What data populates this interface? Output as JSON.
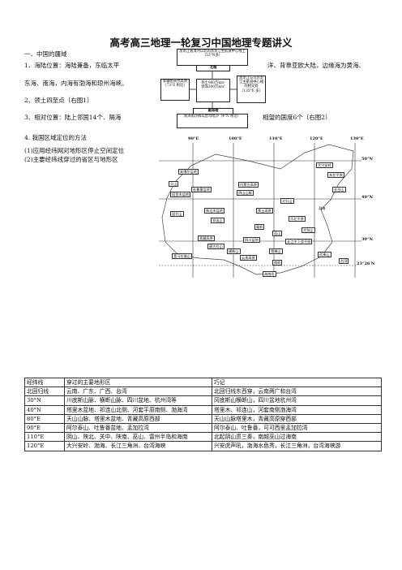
{
  "title": "高考高三地理一轮复习中国地理专题讲义",
  "section1": "一、中国的疆域",
  "item1a": "1、海陆位置：海陆兼备，东临太平",
  "item1b": "洋、背靠亚欧大陆，边缘海为黄海、",
  "item1c": "东海、南海，内海有渤海和琼州海峡。",
  "item2": "2、领土四至点〔右图1〕",
  "item3a": "3、相对位置：陆上邻国14个、隔海",
  "item3b": "相望的国度6个〔右图2〕",
  "item4": "4. 我国区域定位的方法",
  "item4a": "(1)应用经纬网对地形区停止空间定位",
  "item4b": "(2)主要经纬线穿过的省区与地形区",
  "diagram": {
    "north_title": "北端",
    "north_box": "黑龙江省漠河以北的黑龙江主航道中心线上（53°N多）",
    "west_box": "新疆帕米尔高原（73°E 附近）",
    "center_box": "领土960万km²\n领海300万km²",
    "east_box": "黑龙江与乌苏里江主航道中心线的相交处（135°E 多）",
    "south_title": "最南端",
    "south_box": "南海南沙群岛曾母暗沙（4°N 附近）",
    "west_label": "最西端",
    "east_label": "最东端"
  },
  "map": {
    "top_ticks": [
      "90°E",
      "100°E",
      "110°E",
      "120°E",
      "130°E"
    ],
    "right_ticks": [
      "50°N",
      "40°N",
      "30°N",
      "23°26′N"
    ],
    "labels": [
      "准噶尔盆地",
      "天山",
      "塔里木盆地",
      "吐鲁番盆地",
      "昆仑山",
      "柴达木盆地",
      "祁连山",
      "青藏高原",
      "唐古拉山",
      "喜马拉雅山",
      "阴山山脉",
      "内蒙古高原",
      "黄土高原",
      "太行山",
      "华北平原",
      "长江中下游平原",
      "四川盆地",
      "云贵高原",
      "东北平原",
      "大兴安岭",
      "长白山",
      "武夷山",
      "台湾",
      "海南岛",
      "南岭",
      "秦岭",
      "巫山",
      "雪峰山",
      "大别山",
      "横断山"
    ],
    "sea_label": "渤海"
  },
  "table": {
    "headers": [
      "经纬线",
      "穿过的主要地形区",
      "巧记"
    ],
    "rows": [
      [
        "北回归线",
        "云南、广东、广西、台湾",
        "北回归线东西穿，云南两广和台湾"
      ],
      [
        "30°N",
        "川底斯山脉、横断山脉、四川盆地、杭州湾等",
        "冈底斯山横断山，四川盆地杭州湾"
      ],
      [
        "40°N",
        "塔里木盆地、祁连山北侧、河套平原南侧、渤海湾",
        "塔里木、祁连山，河套南侧渤海湾"
      ],
      [
        "80°E",
        "天山山脉、塔里木盆地、青藏高原西部",
        "天山山脉塔里木，青藏高原穿西部"
      ],
      [
        "90°E",
        "阿尔泰山、吐鲁番盆地、孟加拉湾",
        "阿尔泰山、吐鲁番，可可西里孟加拉湾"
      ],
      [
        "110°E",
        "阴山、陕北、关中、陕南、巫山、雷州半岛和海南",
        "北起阴山贯三秦，南越巫山过海南"
      ],
      [
        "120°E",
        "大兴安岭、渤海、长江三角洲、台湾海峡",
        "兴安虎声吼，渤海水色秀，长江三角洲，台湾海峡游"
      ]
    ]
  }
}
